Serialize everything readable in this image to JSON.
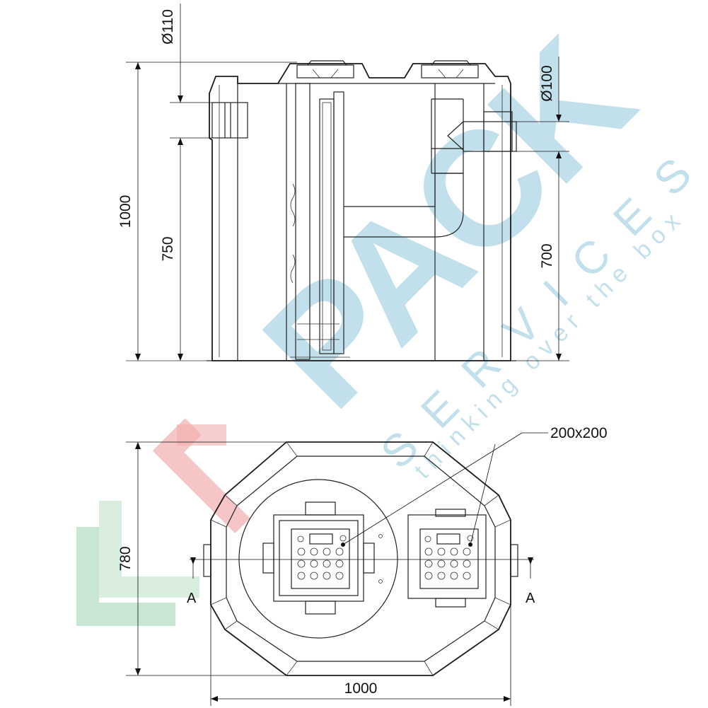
{
  "drawing": {
    "side_view": {
      "dims": {
        "total_height": "1000",
        "inlet_height": "750",
        "outlet_height": "700",
        "inlet_diameter": "Ø110",
        "outlet_diameter": "Ø100"
      }
    },
    "top_view": {
      "dims": {
        "width": "1000",
        "depth": "780",
        "cover_size": "200x200"
      },
      "section_marks": {
        "left": "A",
        "right": "A"
      }
    },
    "watermark": {
      "logo": "PACK",
      "word": "SERVICES",
      "tagline": "thinking over the box"
    },
    "colors": {
      "line": "#222222",
      "watermark_blue": "#8fc7dc",
      "watermark_red": "#e86a6a",
      "watermark_green": "#86c79a"
    }
  }
}
